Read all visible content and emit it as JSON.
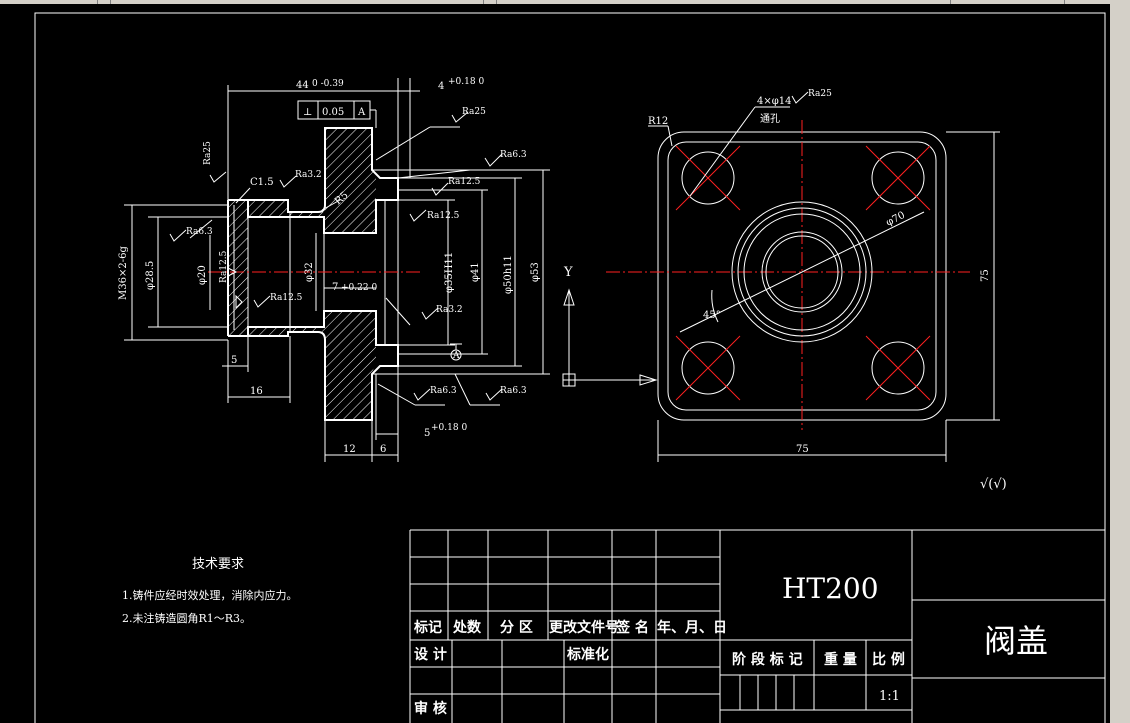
{
  "dims": {
    "top_44": "44",
    "top_44_tol": "0 -0.39",
    "top_4": "4",
    "top_4_tol": "+0.18 0",
    "tol_frame_value": "0.05",
    "tol_frame_datum": "A",
    "c15": "C1.5",
    "r5": "R5",
    "m36": "M36×2-6g",
    "d285": "φ28.5",
    "d20": "φ20",
    "d32": "φ32",
    "d7": "7",
    "d7_tol": "+0.22 0",
    "d35h11": "φ35H11",
    "d41": "φ41",
    "d50h11": "φ50h11",
    "d53": "φ53",
    "b5": "5",
    "b16": "16",
    "b12": "12",
    "b6": "6",
    "b5right": "5",
    "b5right_tol": "+0.18 0",
    "datum_a": "A",
    "r12": "R12",
    "holes": "4×φ14",
    "holes_note": "通孔",
    "d70": "φ70",
    "angle45": "45°",
    "w75": "75",
    "h75": "75",
    "axis_y": "Y"
  },
  "roughness": {
    "r25": "Ra25",
    "r125": "Ra12.5",
    "r32": "Ra3.2",
    "r63": "Ra6.3",
    "general": "√(√)"
  },
  "tech": {
    "heading": "技术要求",
    "line1": "1.铸件应经时效处理，消除内应力。",
    "line2": "2.未注铸造圆角R1～R3。"
  },
  "title_block": {
    "material": "HT200",
    "part_name": "阀盖",
    "col_biaoji": "标记",
    "col_chushu": "处数",
    "col_fenqu": "分 区",
    "col_gengai": "更改文件号",
    "col_qianming": "签 名",
    "col_date": "年、月、日",
    "row_sheji": "设 计",
    "row_biaozhunhua": "标准化",
    "row_shenhe": "审 核",
    "stage": "阶 段 标 记",
    "weight": "重 量",
    "scale_label": "比 例",
    "scale": "1:1"
  }
}
